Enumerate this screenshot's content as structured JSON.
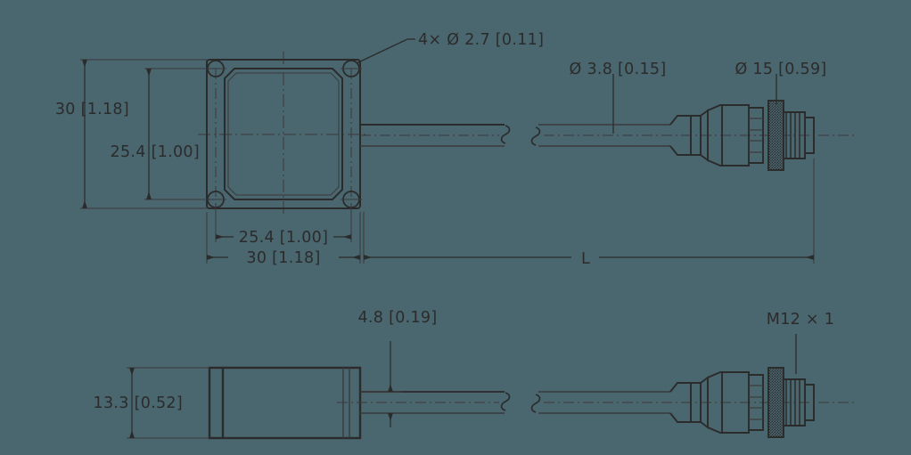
{
  "drawing": {
    "background_color": "#4a6770",
    "line_color": "#2b2b2b",
    "thin_line_color": "#3a3a3a",
    "views": {
      "front": "front-view-square-sensor-with-4-mounting-holes",
      "side": "side-view-sensor-profile"
    }
  },
  "dimensions": {
    "front_height_outer": "30 [1.18]",
    "front_height_inner": "25.4 [1.00]",
    "front_width_inner": "25.4 [1.00]",
    "front_width_outer": "30 [1.18]",
    "hole_callout": "4× Ø 2.7 [0.11]",
    "cable_diameter": "Ø 3.8 [0.15]",
    "connector_diameter": "Ø 15 [0.59]",
    "cable_length": "L",
    "side_height": "13.3 [0.52]",
    "cable_exit_height": "4.8 [0.19]",
    "thread_callout": "M12 × 1"
  },
  "symbols": {
    "diameter": "Ø",
    "multiply": "×",
    "break": "s-break-symbol",
    "centerline": "dash-dot-centerline"
  }
}
